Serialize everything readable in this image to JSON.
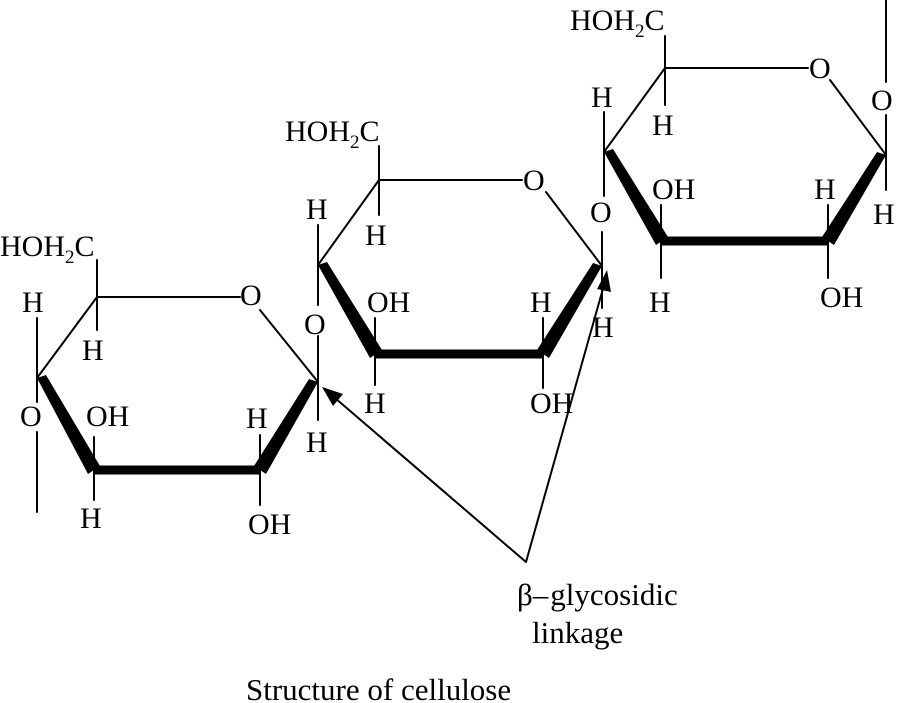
{
  "caption": "Structure of cellulose",
  "annotation": {
    "beta": "β–",
    "line1": "glycosidic",
    "line2": "linkage"
  },
  "atoms": {
    "ch2_main": "HOH",
    "ch2_sub": "2",
    "ch2_c": "C",
    "h": "H",
    "o": "O",
    "oh": "OH"
  }
}
